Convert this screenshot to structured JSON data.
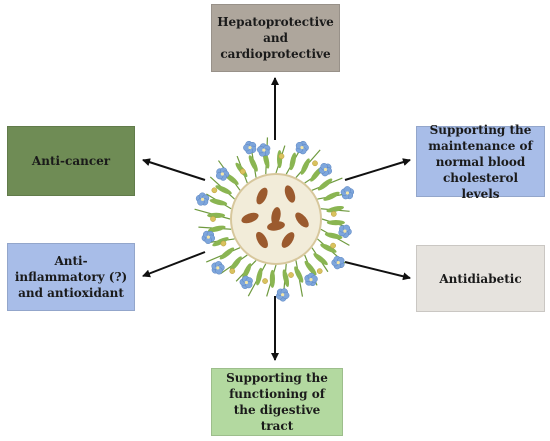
{
  "boxes": {
    "top": {
      "text": "Hepatoprotective and cardioprotective",
      "color": "#aea69c"
    },
    "left": {
      "text": "Anti-cancer",
      "color": "#6f8c55"
    },
    "right": {
      "text": "Supporting the maintenance of normal blood cholesterol levels",
      "color": "#a8bde8"
    },
    "left2": {
      "text": "Anti-inflammatory (?) and antioxidant",
      "color": "#a8bde8"
    },
    "right2": {
      "text": "Antidiabetic",
      "color": "#e6e3de"
    },
    "bottom": {
      "text": "Supporting the functioning of the digestive tract",
      "color": "#b3d9a0"
    }
  },
  "center": {
    "flower_color": "#7ea6dc",
    "bud_color": "#d9c25e",
    "leaf_color": "#8ab552",
    "seed_color": "#9b5a2e",
    "ring_color": "#f2ecd9",
    "seed_count": 8
  }
}
